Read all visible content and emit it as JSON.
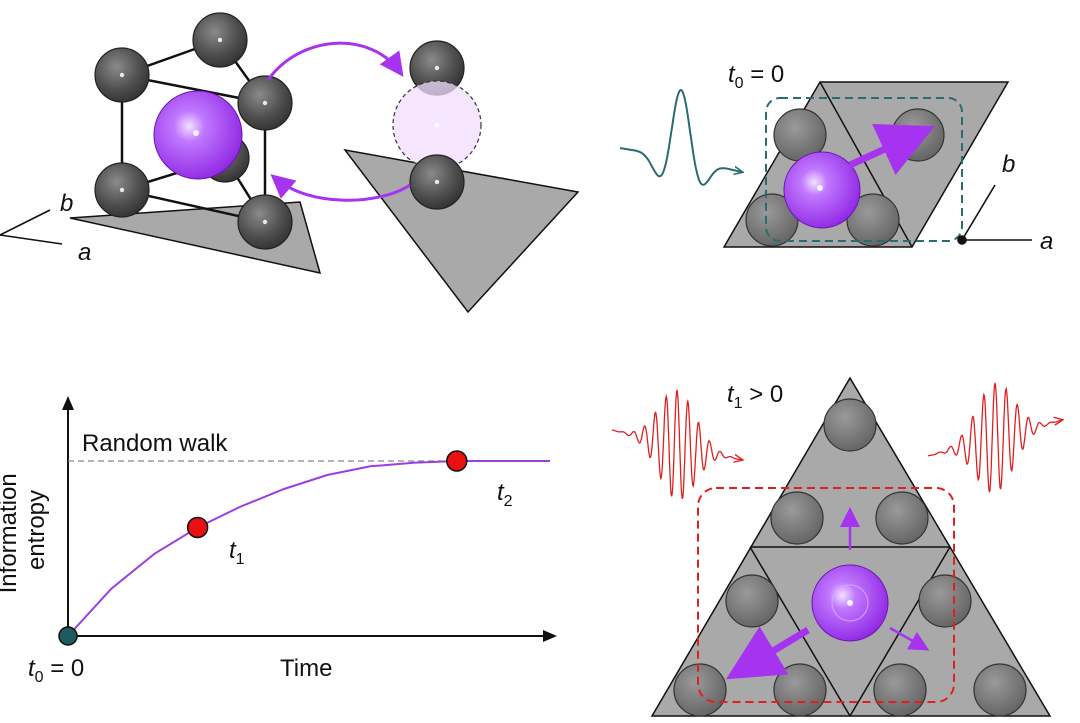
{
  "colors": {
    "purple": "#a533f0",
    "atom_gray": "#505050",
    "plane_gray": "#a9a9a9",
    "teal": "#2a6b70",
    "red": "#e02020",
    "curve": "#9a3fe0",
    "point_red": "#e81010"
  },
  "panel_a": {
    "axis_b": "b",
    "axis_a": "a"
  },
  "panel_b": {
    "t0_var": "t",
    "t0_sub": "0",
    "t0_rest": " = 0",
    "axis_b": "b",
    "axis_a": "a"
  },
  "panel_c": {
    "ylabel_line1": "Information",
    "ylabel_line2": "entropy",
    "xlabel": "Time",
    "random_walk": "Random walk",
    "origin_var": "t",
    "origin_sub": "0",
    "origin_rest": " = 0",
    "p1_var": "t",
    "p1_sub": "1",
    "p2_var": "t",
    "p2_sub": "2"
  },
  "panel_d": {
    "t1_var": "t",
    "t1_sub": "1",
    "t1_rest": " > 0"
  },
  "chart_data": {
    "type": "line",
    "title": "",
    "xlabel": "Time",
    "ylabel": "Information entropy",
    "series": [
      {
        "x": [
          0,
          0.1,
          0.2,
          0.3,
          0.4,
          0.5,
          0.6,
          0.7,
          0.8,
          0.9,
          1.0
        ],
        "y": [
          0,
          0.27,
          0.47,
          0.62,
          0.74,
          0.84,
          0.92,
          0.97,
          0.99,
          1.0,
          1.0
        ]
      }
    ],
    "reference_line": {
      "label": "Random walk",
      "y": 1.0
    },
    "marked_points": [
      {
        "label": "t0 = 0",
        "x": 0,
        "y": 0
      },
      {
        "label": "t1",
        "x": 0.3,
        "y": 0.62
      },
      {
        "label": "t2",
        "x": 0.9,
        "y": 1.0
      }
    ]
  }
}
